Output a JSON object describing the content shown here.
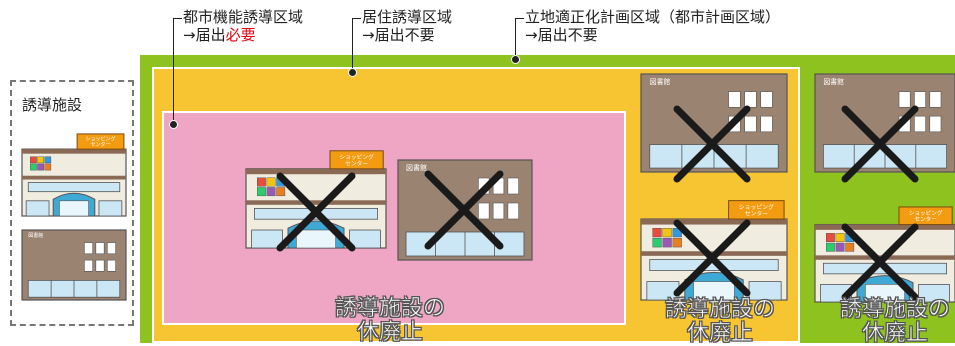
{
  "zones": {
    "urban_function": {
      "name": "都市機能誘導区域",
      "arrow": "→",
      "notify": "届出",
      "required": "必要"
    },
    "residential": {
      "name": "居住誘導区域",
      "notify": "→届出不要"
    },
    "location_plan": {
      "name": "立地適正化計画区域（都市計画区域）",
      "notify": "→届出不要"
    }
  },
  "legend": {
    "title": "誘導施設"
  },
  "building_labels": {
    "shopping": "ショッピング\nセンター",
    "library": "図書館"
  },
  "closure_label": "誘導施設の休廃止",
  "closure_line1": "誘導施設の",
  "closure_line2": "休廃止",
  "colors": {
    "green_zone": "#8ec31f",
    "yellow_zone": "#f6c531",
    "pink_zone": "#eea6c4",
    "required_text": "#e60012"
  }
}
